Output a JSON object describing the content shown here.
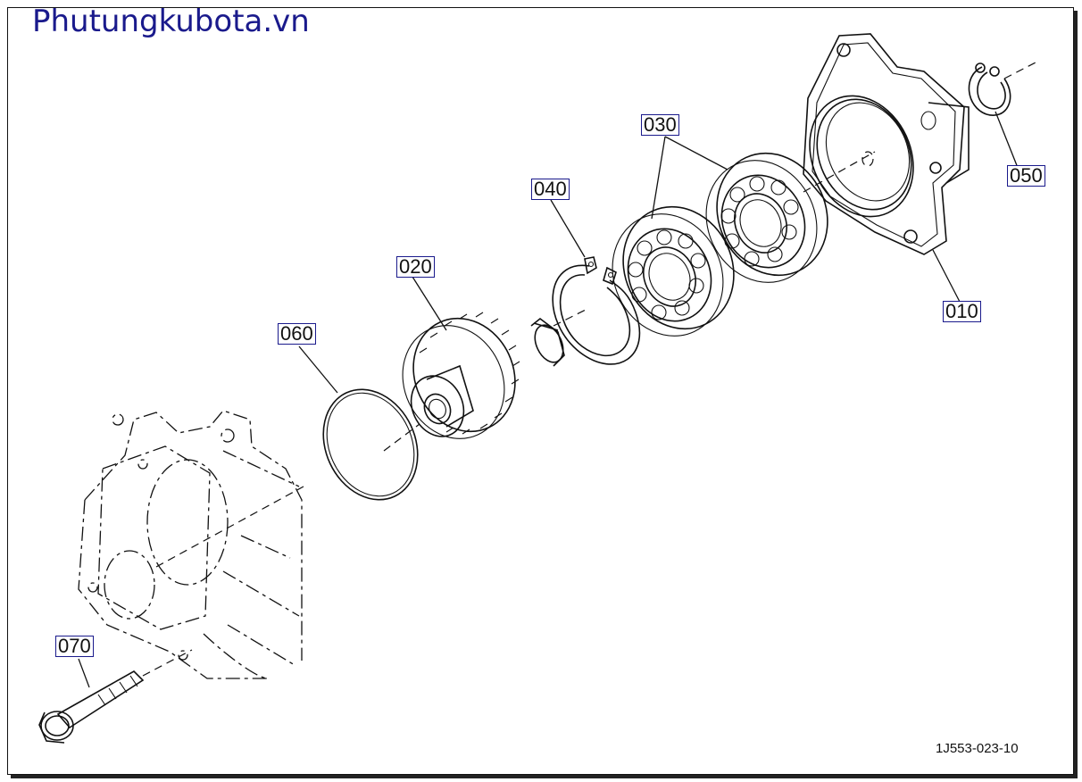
{
  "watermark": "Phutungkubota.vn",
  "drawing_id": "1J553-023-10",
  "callouts": {
    "p010": "010",
    "p020": "020",
    "p030": "030",
    "p040": "040",
    "p050": "050",
    "p060": "060",
    "p070": "070"
  },
  "colors": {
    "watermark": "#1a1a8c",
    "callout_border": "#1a1a8c",
    "line": "#111111"
  }
}
